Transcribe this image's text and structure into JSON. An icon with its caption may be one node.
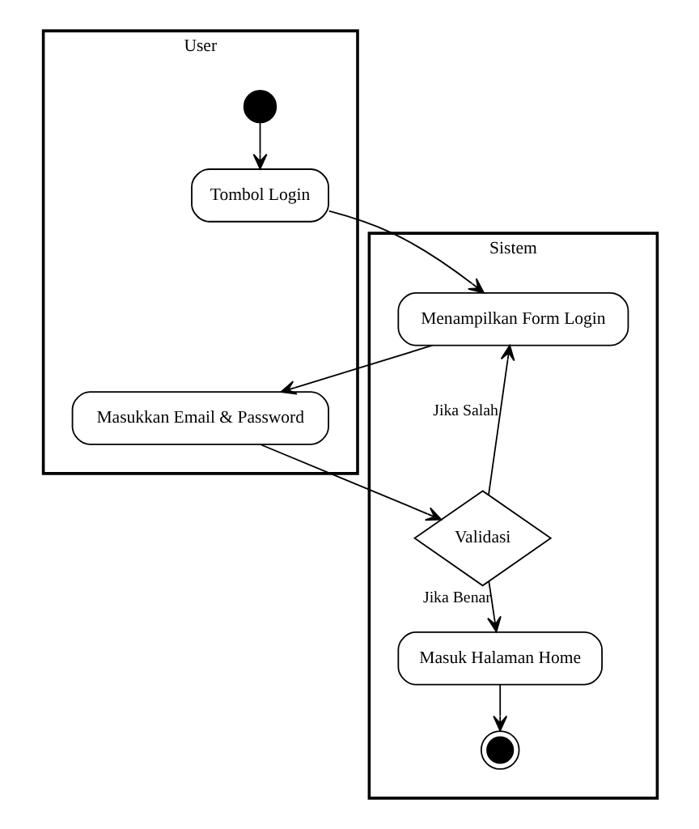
{
  "diagram": {
    "nodes": [
      {
        "text": [
          "User"
        ]
      },
      {
        "text": [
          "Sistem"
        ]
      },
      {
        "text": [],
        "shape": "circle",
        "in": 0
      },
      {
        "text": [
          "Tombol Login"
        ],
        "in": 0
      },
      {
        "text": [
          "Menampilkan Form Login"
        ],
        "in": 1
      },
      {
        "text": [
          "Masukkan Email & Password"
        ],
        "in": 0
      },
      {
        "text": [
          "Validasi"
        ],
        "in": 1
      },
      {
        "text": [
          "Masuk Halaman Home"
        ],
        "in": 1
      },
      {
        "text": [],
        "shape": "circle",
        "in": 1
      }
    ],
    "edges": [
      {
        "from": 2,
        "to": 3,
        "arrow": "to"
      },
      {
        "from": 3,
        "to": 4,
        "arrow": "to"
      },
      {
        "from": 4,
        "to": 5,
        "arrow": "to"
      },
      {
        "from": 5,
        "to": 6,
        "arrow": "to"
      },
      {
        "from": 6,
        "to": 4,
        "label": "Jika Salah",
        "arrow": "to"
      },
      {
        "from": 6,
        "to": 7,
        "label": "Jika Benar",
        "arrow": "to"
      },
      {
        "from": 7,
        "to": 8,
        "arrow": "to"
      }
    ]
  }
}
